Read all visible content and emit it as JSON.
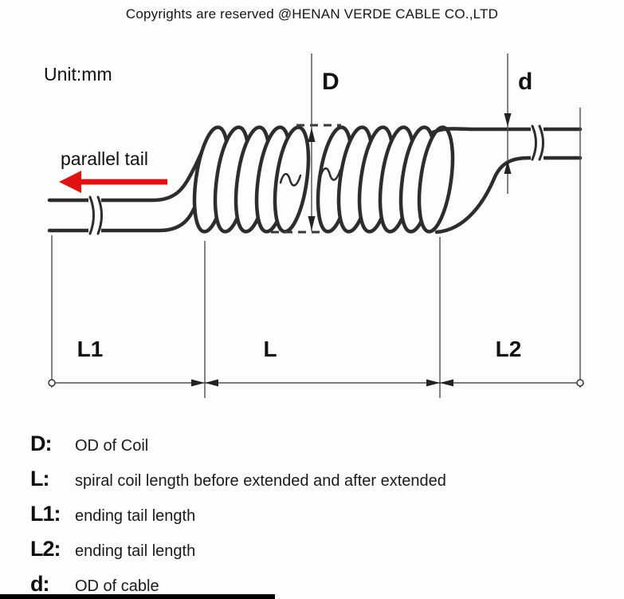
{
  "header": {
    "copyright": "Copyrights are reserved @HENAN VERDE CABLE CO.,LTD"
  },
  "diagram": {
    "unit_label": "Unit:mm",
    "parallel_tail_label": "parallel tail",
    "labels": {
      "coil_od": "D",
      "cable_od": "d",
      "coil_length": "L",
      "left_tail_length": "L1",
      "right_tail_length": "L2"
    },
    "colors": {
      "line": "#2d2d2d",
      "arrow_red": "#e11212",
      "background": "#fdfdfd"
    }
  },
  "legend": {
    "items": [
      {
        "term": "D:",
        "definition": "OD of Coil"
      },
      {
        "term": "L:",
        "definition": "spiral coil length before extended and after extended"
      },
      {
        "term": "L1:",
        "definition": "ending tail length"
      },
      {
        "term": "L2:",
        "definition": "ending tail length"
      },
      {
        "term": "d:",
        "definition": "OD of cable"
      }
    ]
  }
}
